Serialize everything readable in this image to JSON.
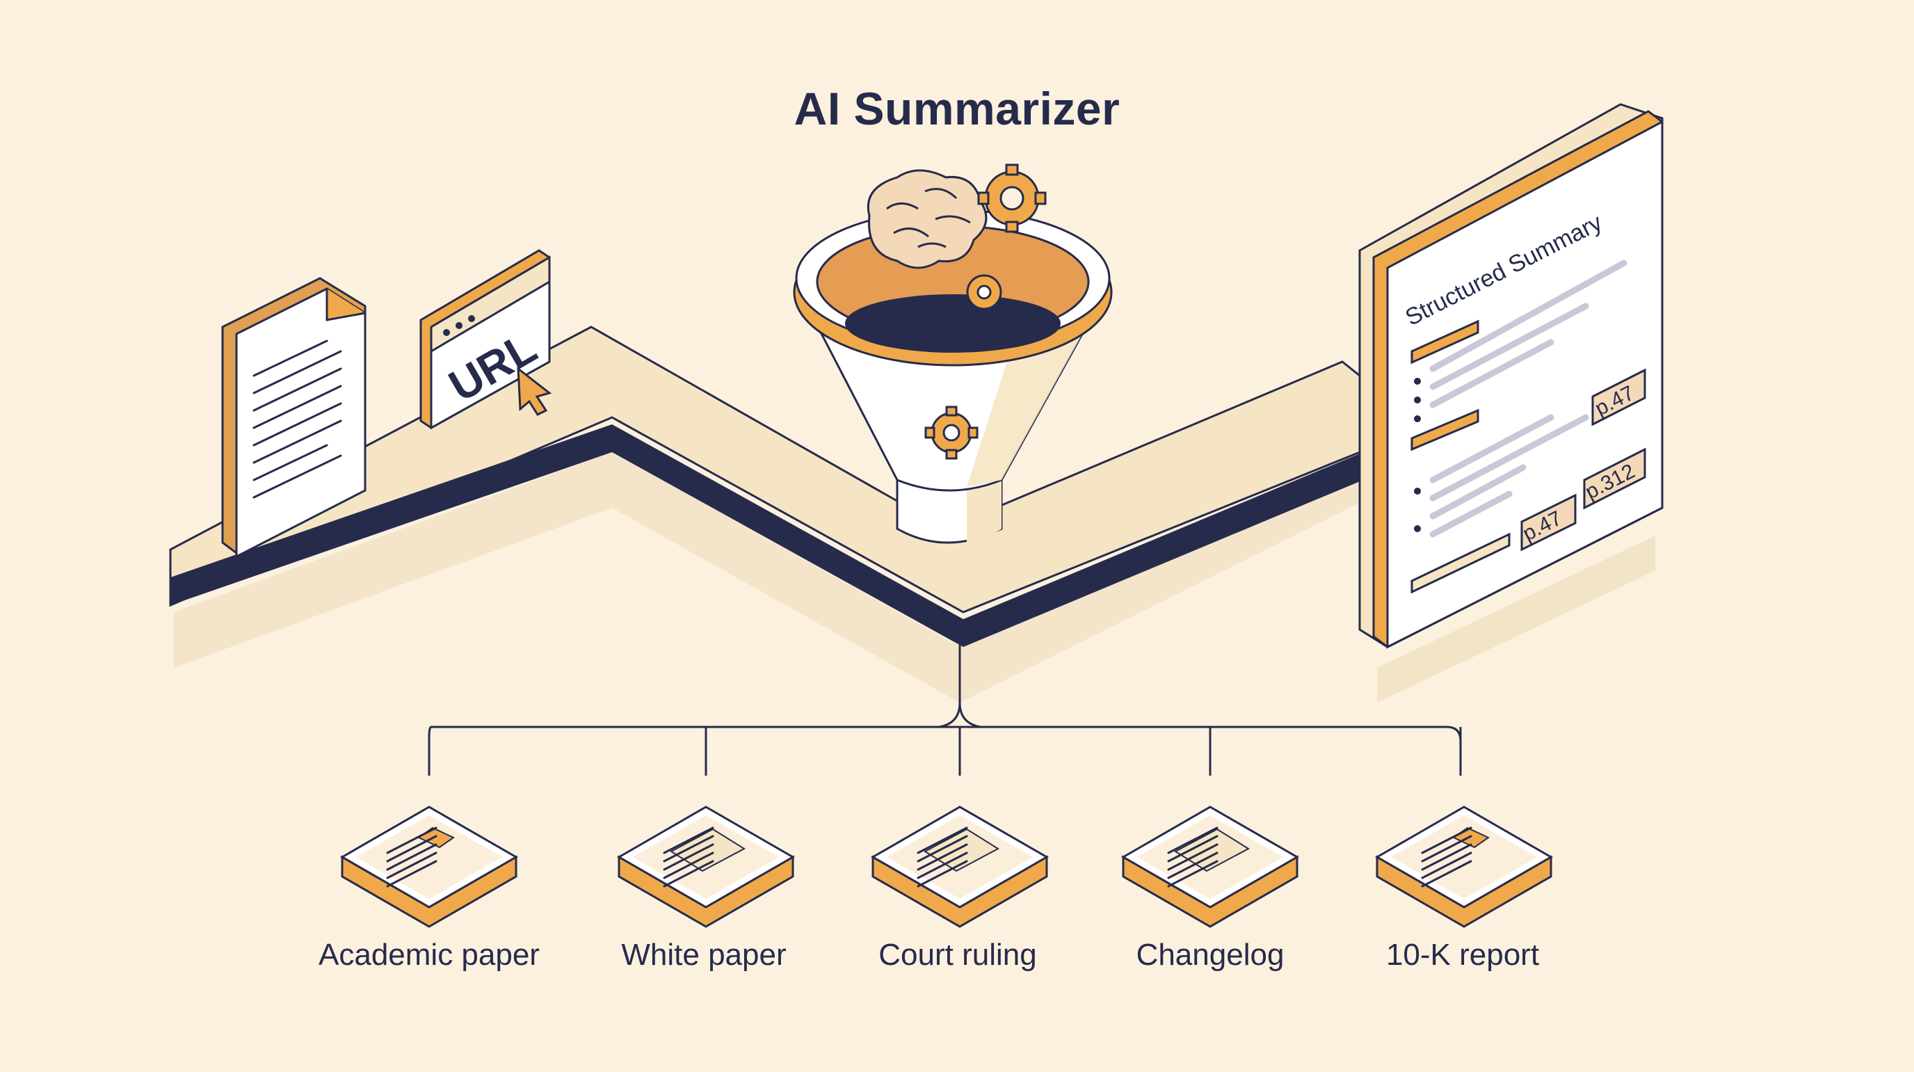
{
  "title": "AI Summarizer",
  "inputs": {
    "url_label": "URL"
  },
  "output": {
    "heading": "Structured Summary",
    "citations": [
      "p.47",
      "p.47",
      "p.312"
    ]
  },
  "categories": [
    {
      "label": "Academic paper",
      "icon": "academic-paper-icon"
    },
    {
      "label": "White paper",
      "icon": "white-paper-icon"
    },
    {
      "label": "Court ruling",
      "icon": "court-ruling-icon"
    },
    {
      "label": "Changelog",
      "icon": "changelog-icon"
    },
    {
      "label": "10-K report",
      "icon": "10k-report-icon"
    }
  ],
  "colors": {
    "background": "#fcf1de",
    "navy": "#262b4c",
    "orange": "#f0a94a",
    "cream": "#f7e6c4",
    "white": "#ffffff"
  }
}
